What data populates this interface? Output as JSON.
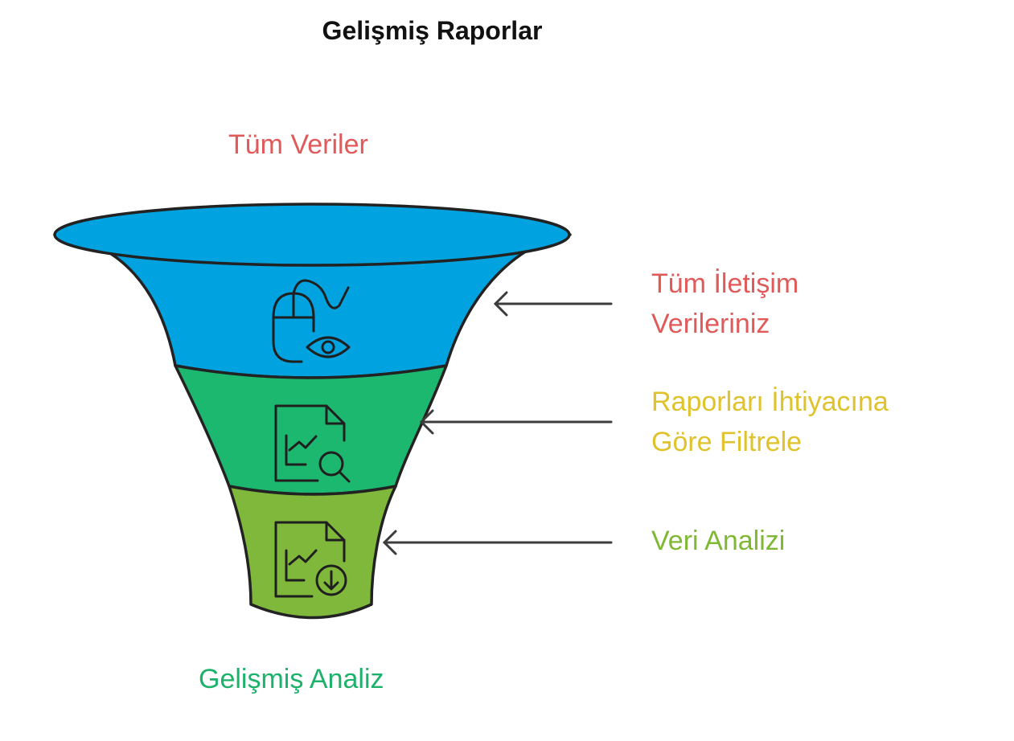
{
  "title": "Gelişmiş Raporlar",
  "top_label": {
    "text": "Tüm Veriler",
    "color": "#e05a5a"
  },
  "bottom_label": {
    "text": "Gelişmiş Analiz",
    "color": "#1db26b"
  },
  "stages": [
    {
      "line1": "Tüm İletişim",
      "line2": "Verileriniz",
      "color": "#e05a5a",
      "fill": "#00a3df",
      "icon": "mouse-eye-icon"
    },
    {
      "line1": "Raporları İhtiyacına",
      "line2": "Göre Filtrele",
      "color": "#e0c22c",
      "fill": "#1db870",
      "icon": "report-search-icon"
    },
    {
      "line1": "Veri Analizi",
      "line2": "",
      "color": "#7fb832",
      "fill": "#7fb83a",
      "icon": "report-download-icon"
    }
  ]
}
